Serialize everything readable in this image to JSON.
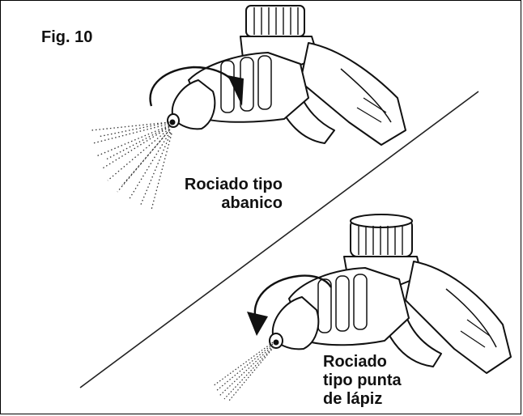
{
  "figure_label": "Fig. 10",
  "top_caption": {
    "line1": "Rociado tipo",
    "line2": "abanico"
  },
  "bottom_caption": {
    "line1": "Rociado",
    "line2": "tipo punta",
    "line3": "de lápiz"
  },
  "colors": {
    "ink": "#111111",
    "background": "#ffffff"
  }
}
